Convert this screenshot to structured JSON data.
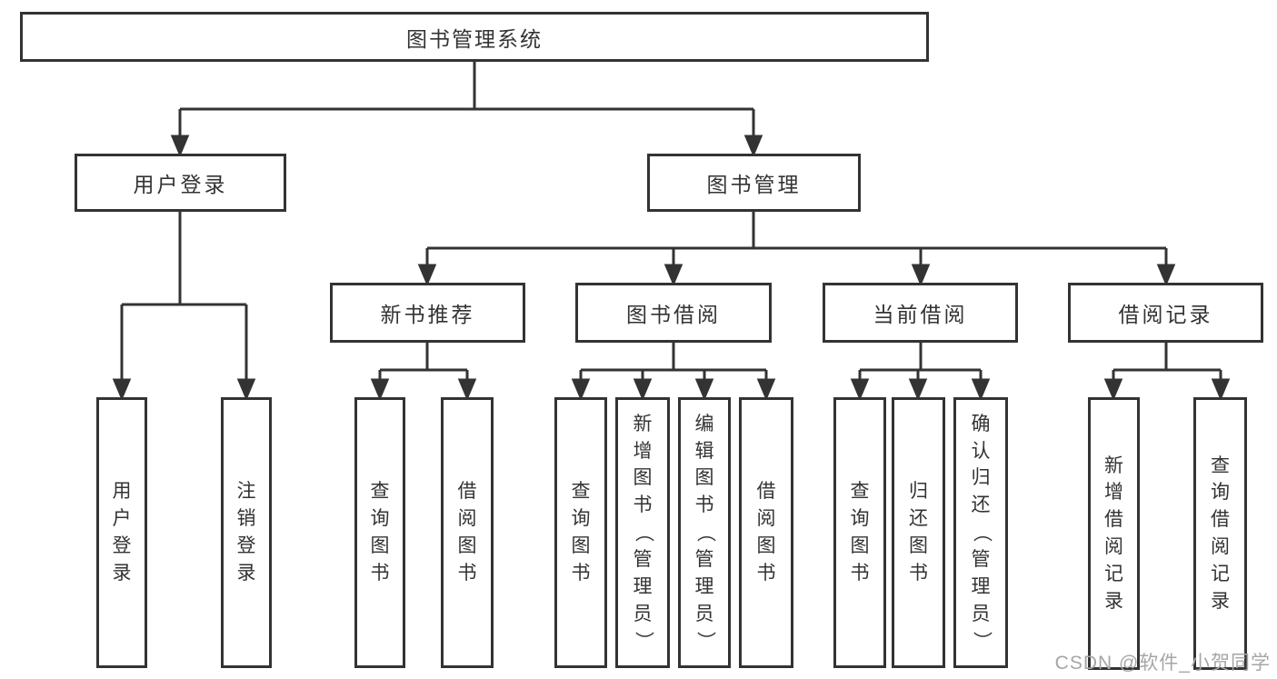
{
  "palette": {
    "background": "#ffffff",
    "line": "#333333",
    "box_border": "#333333",
    "box_fill": "#ffffff",
    "text": "#333333",
    "watermark_text": "#a6a6a6"
  },
  "watermark": {
    "label": "CSDN @软件_小贺同学"
  },
  "tree": {
    "root": {
      "label": "图书管理系统"
    },
    "level2": [
      {
        "label": "用户登录"
      },
      {
        "label": "图书管理"
      }
    ],
    "level3": [
      {
        "label": "新书推荐",
        "parent": "图书管理"
      },
      {
        "label": "图书借阅",
        "parent": "图书管理"
      },
      {
        "label": "当前借阅",
        "parent": "图书管理"
      },
      {
        "label": "借阅记录",
        "parent": "图书管理"
      }
    ],
    "leaves": [
      {
        "label": "用户登录",
        "parent": "用户登录"
      },
      {
        "label": "注销登录",
        "parent": "用户登录"
      },
      {
        "label": "查询图书",
        "parent": "新书推荐"
      },
      {
        "label": "借阅图书",
        "parent": "新书推荐"
      },
      {
        "label": "查询图书",
        "parent": "图书借阅"
      },
      {
        "label": "新增图书（管理员）",
        "parent": "图书借阅"
      },
      {
        "label": "编辑图书（管理员）",
        "parent": "图书借阅"
      },
      {
        "label": "借阅图书",
        "parent": "图书借阅"
      },
      {
        "label": "查询图书",
        "parent": "当前借阅"
      },
      {
        "label": "归还图书",
        "parent": "当前借阅"
      },
      {
        "label": "确认归还（管理员）",
        "parent": "当前借阅"
      },
      {
        "label": "新增借阅记录",
        "parent": "借阅记录"
      },
      {
        "label": "查询借阅记录",
        "parent": "借阅记录"
      }
    ]
  }
}
